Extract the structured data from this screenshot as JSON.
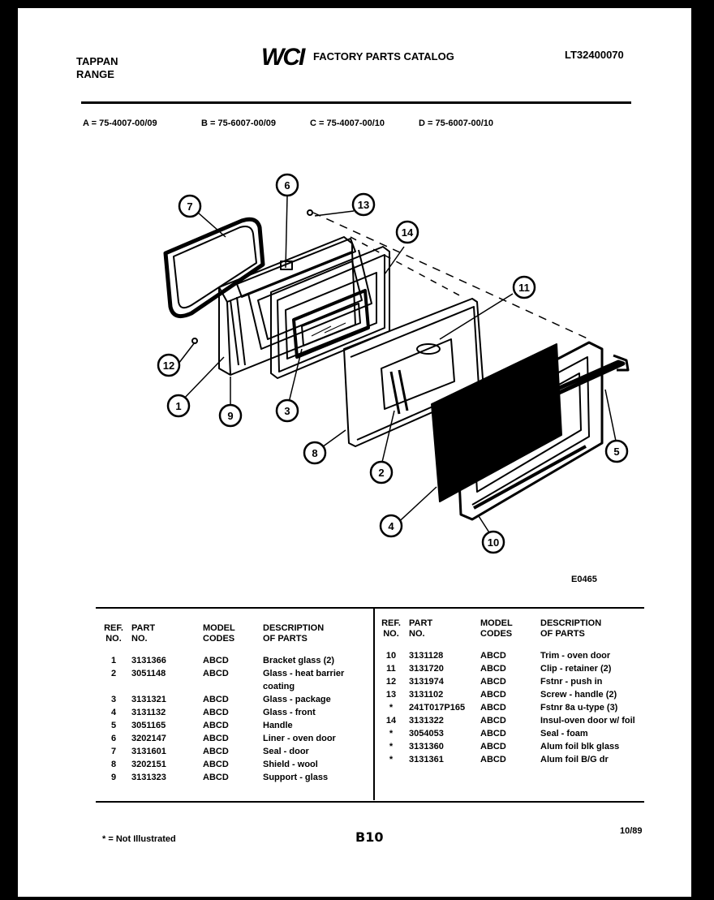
{
  "header": {
    "brand_line1": "TAPPAN",
    "brand_line2": "RANGE",
    "logo": "WCI",
    "title": "FACTORY PARTS CATALOG",
    "catalog_code": "LT32400070"
  },
  "models": [
    "A = 75-4007-00/09",
    "B = 75-6007-00/09",
    "C = 75-4007-00/10",
    "D = 75-6007-00/10"
  ],
  "diagram": {
    "code": "E0465",
    "callouts": [
      "7",
      "6",
      "13",
      "14",
      "11",
      "12",
      "1",
      "9",
      "3",
      "8",
      "2",
      "4",
      "10",
      "5"
    ]
  },
  "table_headers": {
    "ref": [
      "REF.",
      "NO."
    ],
    "part": [
      "PART",
      "NO."
    ],
    "model": [
      "MODEL",
      "CODES"
    ],
    "desc": [
      "DESCRIPTION",
      "OF PARTS"
    ]
  },
  "parts_left": [
    {
      "ref": "1",
      "part": "3131366",
      "codes": "ABCD",
      "desc": "Bracket glass (2)"
    },
    {
      "ref": "2",
      "part": "3051148",
      "codes": "ABCD",
      "desc": "Glass - heat barrier"
    },
    {
      "ref": "",
      "part": "",
      "codes": "",
      "desc": "coating"
    },
    {
      "ref": "3",
      "part": "3131321",
      "codes": "ABCD",
      "desc": "Glass - package"
    },
    {
      "ref": "4",
      "part": "3131132",
      "codes": "ABCD",
      "desc": "Glass - front"
    },
    {
      "ref": "5",
      "part": "3051165",
      "codes": "ABCD",
      "desc": "Handle"
    },
    {
      "ref": "6",
      "part": "3202147",
      "codes": "ABCD",
      "desc": "Liner - oven door"
    },
    {
      "ref": "7",
      "part": "3131601",
      "codes": "ABCD",
      "desc": "Seal - door"
    },
    {
      "ref": "8",
      "part": "3202151",
      "codes": "ABCD",
      "desc": "Shield - wool"
    },
    {
      "ref": "9",
      "part": "3131323",
      "codes": "ABCD",
      "desc": "Support - glass"
    }
  ],
  "parts_right": [
    {
      "ref": "10",
      "part": "3131128",
      "codes": "ABCD",
      "desc": "Trim - oven door"
    },
    {
      "ref": "11",
      "part": "3131720",
      "codes": "ABCD",
      "desc": "Clip - retainer (2)"
    },
    {
      "ref": "12",
      "part": "3131974",
      "codes": "ABCD",
      "desc": "Fstnr - push in"
    },
    {
      "ref": "13",
      "part": "3131102",
      "codes": "ABCD",
      "desc": "Screw - handle (2)"
    },
    {
      "ref": "*",
      "part": "241T017P165",
      "codes": "ABCD",
      "desc": "Fstnr 8a u-type (3)"
    },
    {
      "ref": "14",
      "part": "3131322",
      "codes": "ABCD",
      "desc": "Insul-oven door w/ foil"
    },
    {
      "ref": "*",
      "part": "3054053",
      "codes": "ABCD",
      "desc": "Seal - foam"
    },
    {
      "ref": "*",
      "part": "3131360",
      "codes": "ABCD",
      "desc": "Alum foil blk glass"
    },
    {
      "ref": "*",
      "part": "3131361",
      "codes": "ABCD",
      "desc": "Alum foil B/G dr"
    }
  ],
  "footer": {
    "note": "* = Not Illustrated",
    "page": "B10",
    "date": "10/89"
  }
}
